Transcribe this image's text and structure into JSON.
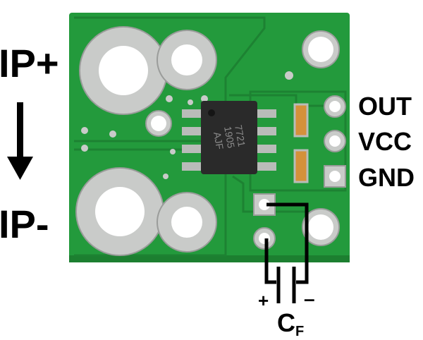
{
  "labels": {
    "ip_plus": "IP+",
    "ip_minus": "IP-",
    "out": "OUT",
    "vcc": "VCC",
    "gnd": "GND",
    "cap_plus": "+",
    "cap_minus": "–",
    "cf_main": "C",
    "cf_sub": "F"
  },
  "chip_marking": {
    "line1": "7721",
    "line2": "1905",
    "line3": "AJF"
  },
  "colors": {
    "pcb": "#239a3c",
    "pcb_dark": "#1c7f30",
    "pad": "#c9cbc9",
    "chip": "#2a2a2a",
    "pin": "#b9bcb9",
    "cap": "#d4913a",
    "wire": "#000000"
  },
  "icons": {
    "current_arrow": "arrow-down-icon"
  }
}
